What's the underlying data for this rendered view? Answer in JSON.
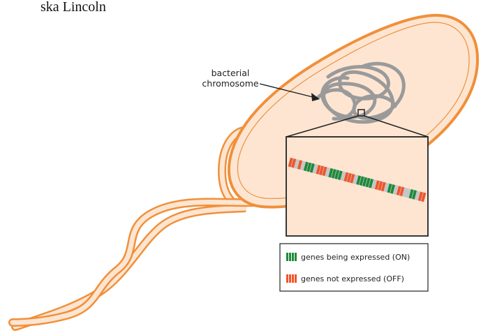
{
  "caption_fragment": "ska Lincoln",
  "labels": {
    "chromosome_line1": "bacterial",
    "chromosome_line2": "chromosome"
  },
  "legend": {
    "on_label": "genes being expressed (ON)",
    "off_label": "genes not expressed (OFF)"
  },
  "gene_strip": {
    "description_colors": {
      "on": "#1e8a3a",
      "off": "#f2552a",
      "spacer": "#c6c6c6"
    },
    "sequence": [
      "off",
      "off",
      "spacer",
      "off",
      "spacer",
      "on",
      "on",
      "on",
      "spacer",
      "off",
      "off",
      "off",
      "spacer",
      "on",
      "on",
      "on",
      "on",
      "spacer",
      "off",
      "off",
      "off",
      "spacer",
      "on",
      "on",
      "on",
      "on",
      "on",
      "spacer",
      "off",
      "off",
      "off",
      "spacer",
      "on",
      "on",
      "spacer",
      "off",
      "off",
      "spacer",
      "spacer",
      "on",
      "on",
      "spacer",
      "off",
      "off"
    ]
  },
  "colors": {
    "cell_fill": "#fde5d2",
    "cell_outline": "#f0903a",
    "chromosome": "#9a9a9a",
    "box_border": "#222222"
  }
}
